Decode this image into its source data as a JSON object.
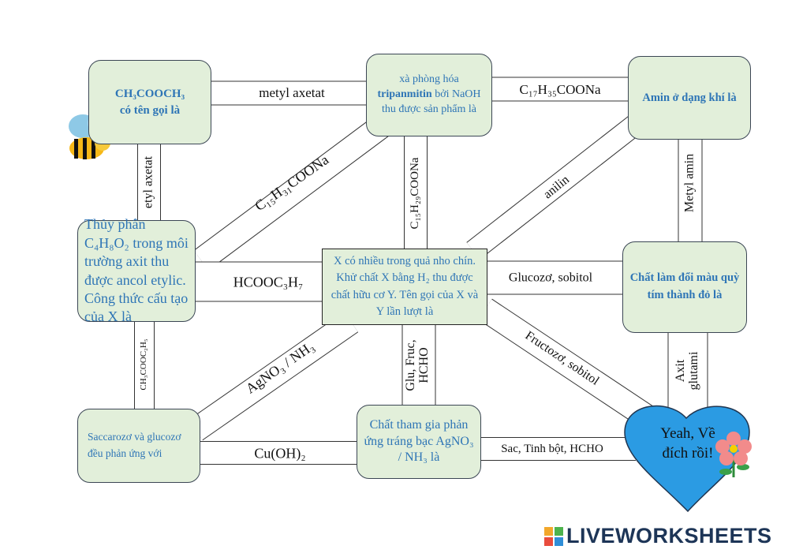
{
  "boxes": {
    "methyl_acetate_q": {
      "line1": "CH₃COOCH₃",
      "line2": "có tên gọi là"
    },
    "saponification_q": {
      "pre": "xà phòng hóa",
      "bold": "tripanmitin",
      "post": "bởi NaOH thu được sản phẩm là"
    },
    "amine_gas_q": {
      "text": "Amin ở dạng khí là"
    },
    "hydrolysis_q": {
      "text": "Thủy phân C₄H₈O₂ trong môi trường axit thu được ancol etylic. Công thức cấu tạo của X là"
    },
    "grape_q": {
      "text": "X có nhiều trong quả nho chín. Khử chất X bằng H₂ thu được chất hữu cơ Y. Tên gọi của X và Y lần lượt là"
    },
    "litmus_q": {
      "text": "Chất làm đổi màu quỳ tím thành đỏ là"
    },
    "sucrose_q": {
      "text": "Saccarozơ và glucozơ đều phản ứng với"
    },
    "silver_mirror_q": {
      "text": "Chất tham gia phản ứng tráng bạc AgNO₃ / NH₃ là"
    },
    "finish": {
      "text": "Yeah, Về đích rồi!"
    }
  },
  "connectors": {
    "metyl_axetat": "metyl axetat",
    "c17": "C₁₇H₃₅COONa",
    "etyl_axetat": "etyl axetat",
    "c15h29": "C₁₅H₂₉COONa",
    "metyl_amin": "Metyl amin",
    "c15h31": "C₁₅H₃₁COONa",
    "anilin": "anilin",
    "hcooc3h7": "HCOOC₃H₇",
    "glucozo_sobitol": "Glucozơ, sobitol",
    "agno3": "AgNO₃ / NH₃",
    "glu_fruc_1": "Glu, Fruc,",
    "glu_fruc_2": "HCHO",
    "fructozo_sobitol": "Fructozơ, sobitol",
    "axit_1": "Axit",
    "axit_2": "glutami",
    "ch3cooc2h5": "CH₃COOC₂H₅",
    "cuoh2": "Cu(OH)₂",
    "sac_tinh_bot": "Sac, Tinh bột, HCHO"
  },
  "logo": {
    "text": "LIVEWORKSHEETS"
  },
  "colors": {
    "box_fill": "#e2efda",
    "box_text": "#2e75b6",
    "heart": "#2b9be3",
    "logo": "#1d3557"
  }
}
